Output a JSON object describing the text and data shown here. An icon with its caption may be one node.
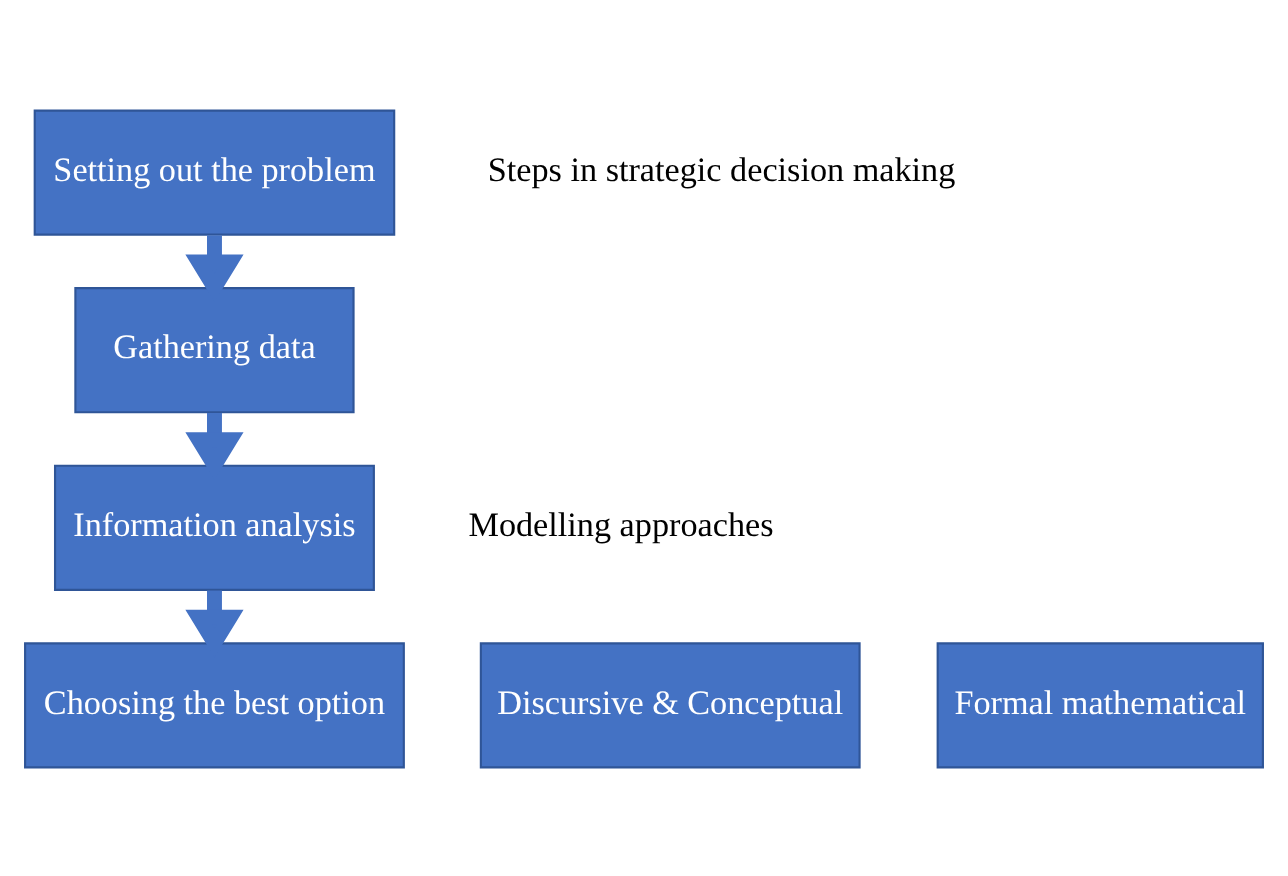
{
  "diagram": {
    "nodes": [
      {
        "text": [
          "Setting out the problem"
        ]
      },
      {
        "text": [
          "Gathering data"
        ]
      },
      {
        "text": [
          "Information analysis"
        ]
      },
      {
        "text": [
          "Choosing the best option"
        ]
      },
      {
        "text": [
          "Discursive & Conceptual"
        ]
      },
      {
        "text": [
          "Formal mathematical"
        ]
      }
    ],
    "edges": [
      {
        "from": 0,
        "to": 1,
        "arrow": "to"
      },
      {
        "from": 1,
        "to": 2,
        "arrow": "to"
      },
      {
        "from": 2,
        "to": 3,
        "arrow": "to"
      }
    ],
    "labels": [
      "Steps in strategic decision making",
      "Modelling approaches"
    ]
  }
}
